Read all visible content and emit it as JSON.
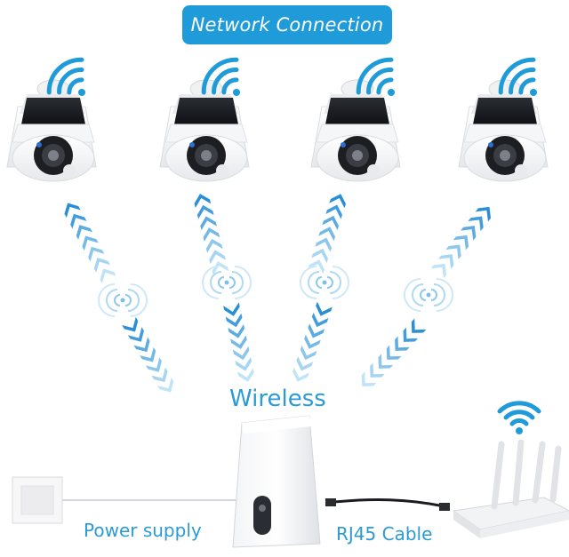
{
  "header": {
    "title": "Network Connection"
  },
  "labels": {
    "wireless": "Wireless",
    "power_supply": "Power supply",
    "rj45_cable": "RJ45 Cable"
  },
  "colors": {
    "accent": "#1e9bd8",
    "label_text": "#2b9bd6",
    "arrow_dark": "#2a8fd6",
    "arrow_light": "#bfe3f7"
  },
  "icons": [
    "wifi-icon",
    "camera-icon",
    "signal-wave-icon",
    "chevron-arrow-icon",
    "nvr-icon",
    "router-icon",
    "power-adapter-icon",
    "cable-icon"
  ]
}
